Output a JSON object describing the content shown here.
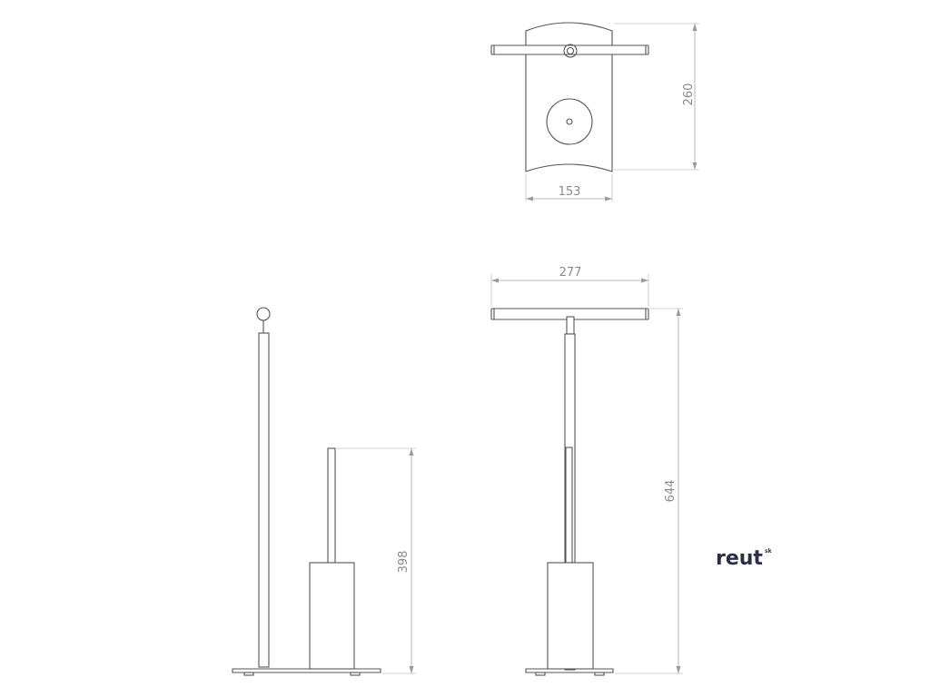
{
  "dimensions": {
    "top_height": "260",
    "top_width": "153",
    "front_width": "277",
    "front_height": "644",
    "brush_height": "398"
  },
  "logo": {
    "name": "reut",
    "suffix": "sk"
  }
}
